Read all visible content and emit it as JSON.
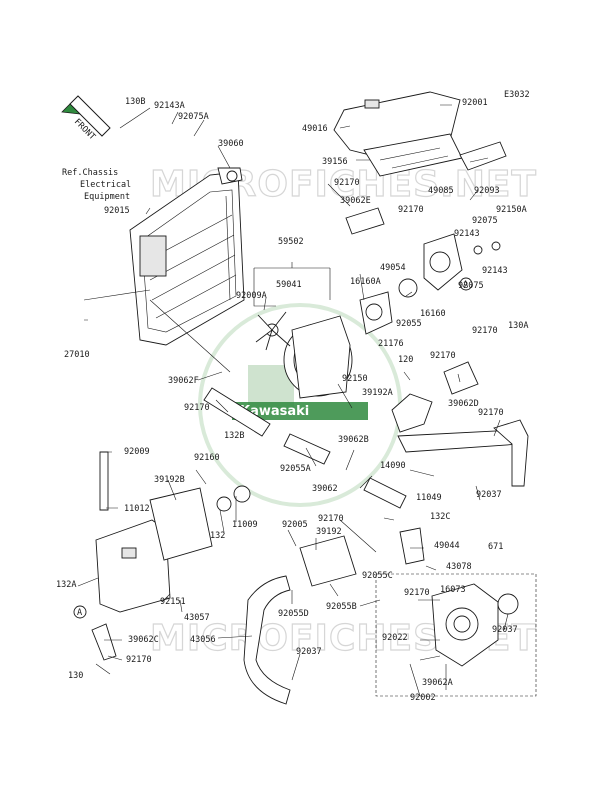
{
  "diagram": {
    "code": "E3032",
    "front_label": "FRONT",
    "ref_note": [
      "Ref.Chassis",
      "Electrical",
      "Equipment"
    ],
    "watermark_text": "MICROFICHES.NET",
    "brand": "Kawasaki",
    "brand_color": "#2f8a3e",
    "labels": [
      "130B",
      "92143A",
      "92075A",
      "92001",
      "49016",
      "39060",
      "39156",
      "92170",
      "49085",
      "92093",
      "39062E",
      "92015",
      "92170",
      "92150A",
      "92075",
      "92143",
      "59502",
      "49054",
      "92143",
      "59041",
      "16160A",
      "92075",
      "92009A",
      "92055",
      "16160",
      "130A",
      "27010",
      "92170",
      "21176",
      "120",
      "92170",
      "92150",
      "39192A",
      "39062D",
      "39062F",
      "92170",
      "132B",
      "92170",
      "39062B",
      "92009",
      "92160",
      "92055A",
      "14090",
      "39192B",
      "39062",
      "11049",
      "92037",
      "11012",
      "11009",
      "132",
      "92170",
      "132C",
      "92005",
      "39192",
      "49044",
      "671",
      "43078",
      "132A",
      "92055C",
      "16073",
      "92151",
      "43057",
      "92170",
      "92055D",
      "92055B",
      "92037",
      "39062C",
      "43056",
      "92022",
      "39062A",
      "92170",
      "92037",
      "130",
      "92002"
    ],
    "callout_a": "A"
  }
}
